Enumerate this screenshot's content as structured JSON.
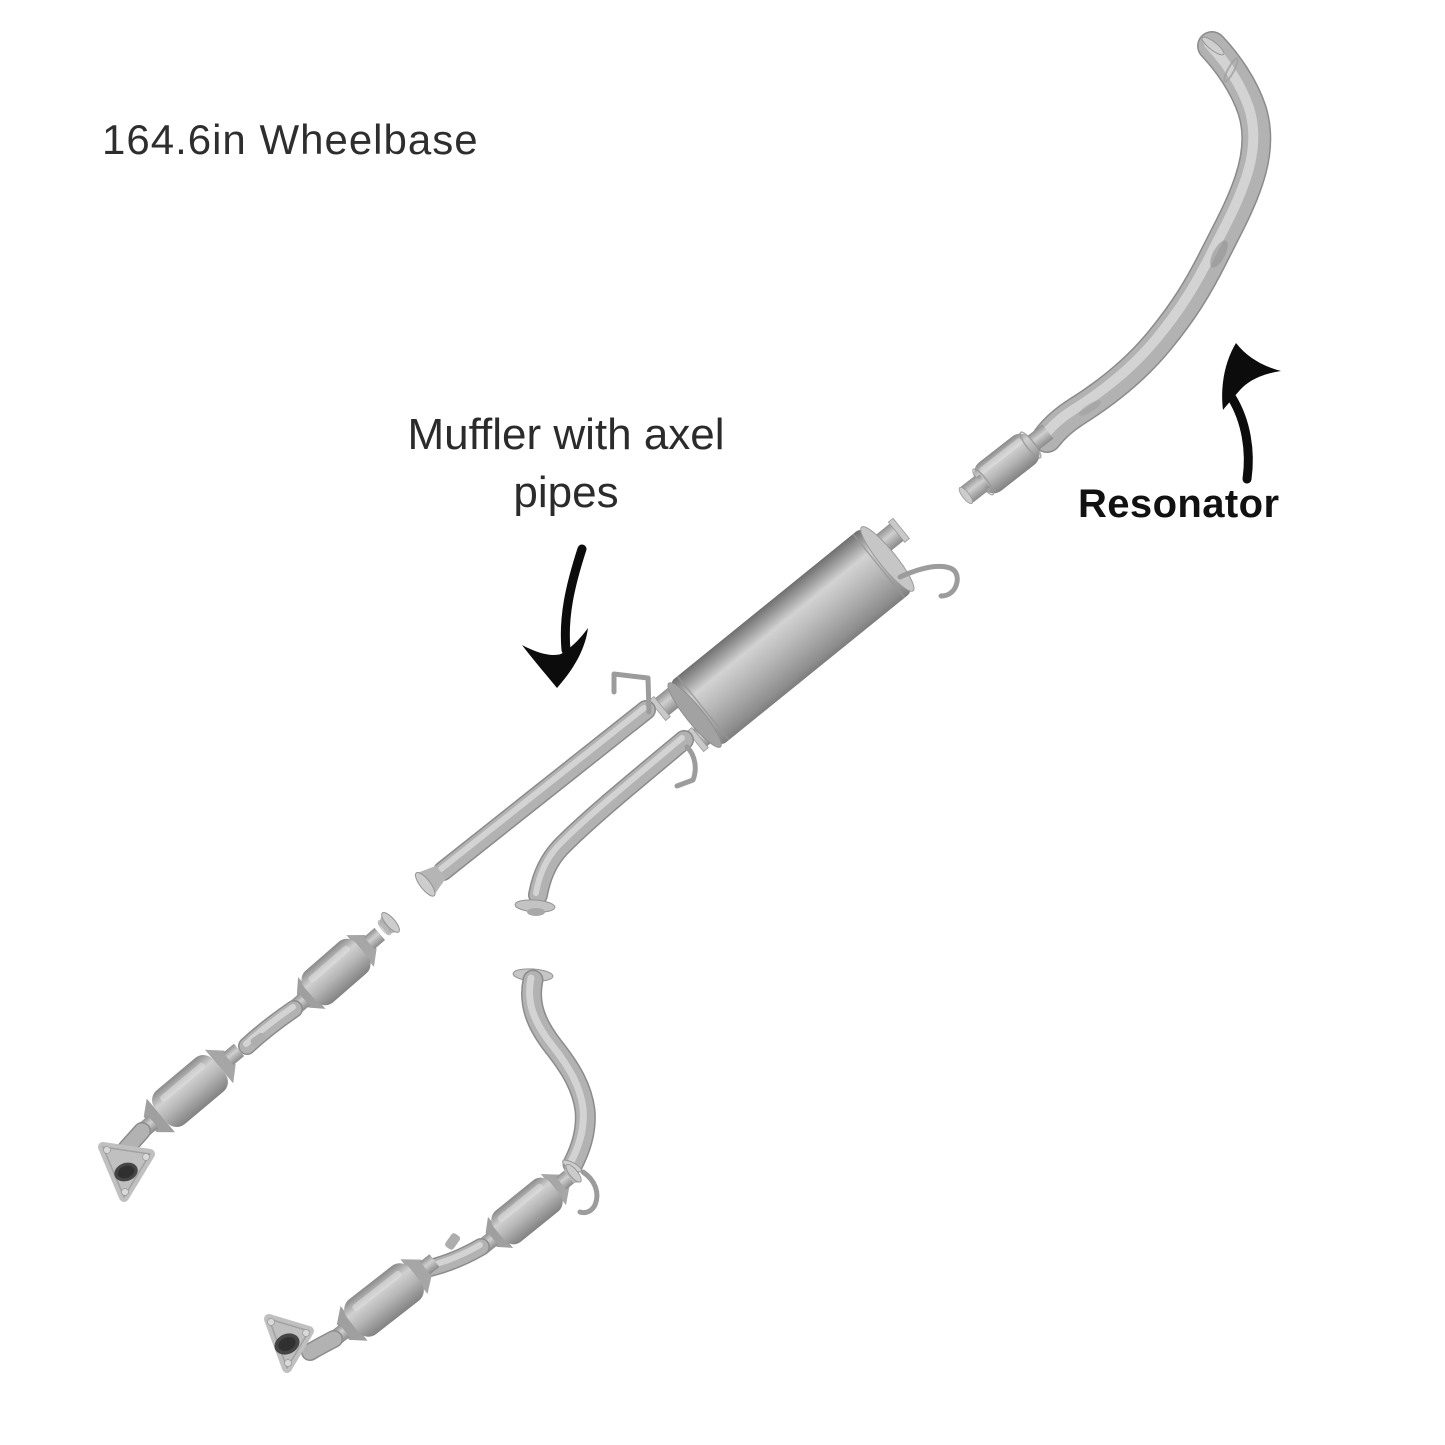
{
  "figure": {
    "background": "#ffffff",
    "wheelbase_label": "164.6in Wheelbase",
    "muffler_label": {
      "line1": "Muffler with axel",
      "line2": "pipes"
    },
    "resonator_label": "Resonator"
  },
  "colors": {
    "label_text": "#2b2b2b",
    "resonator_text": "#111111",
    "arrow": "#0c0c0c",
    "pipe_mid": "#b2b2b2",
    "pipe_highlight": "#d8d8d8",
    "pipe_shadow": "#8b8b8b",
    "muffler_light": "#d2d2d2",
    "flange_hole": "#3f3f3f"
  }
}
